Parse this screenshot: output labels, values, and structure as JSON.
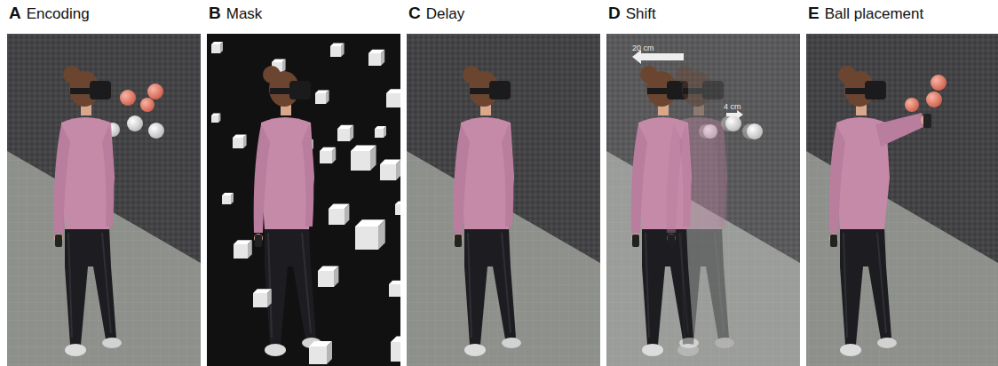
{
  "diagram": {
    "nodes": [
      {
        "text": [
          "A",
          "Encoding"
        ]
      },
      {
        "text": [
          "B",
          "Mask"
        ]
      },
      {
        "text": [
          "C",
          "Delay"
        ]
      },
      {
        "text": [
          "D",
          "Shift"
        ]
      },
      {
        "text": [
          "E",
          "Ball placement"
        ]
      }
    ],
    "labels": [
      "20 cm",
      "4 cm"
    ]
  }
}
